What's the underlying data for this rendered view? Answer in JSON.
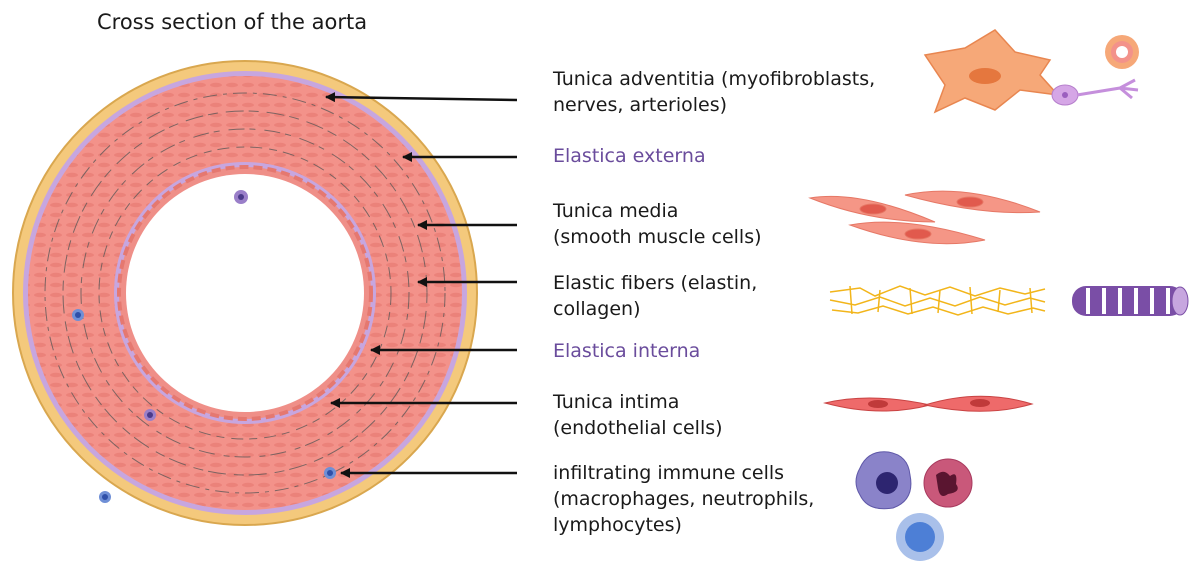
{
  "title": "Cross section of the aorta",
  "labels": {
    "adventitia": [
      "Tunica adventitia (myofibroblasts,",
      "nerves, arterioles)"
    ],
    "externa": [
      "Elastica externa"
    ],
    "media": [
      "Tunica media",
      "(smooth muscle cells)"
    ],
    "fibers": [
      "Elastic fibers (elastin,",
      "collagen)"
    ],
    "interna": [
      "Elastica interna"
    ],
    "intima": [
      "Tunica intima",
      "(endothelial cells)"
    ],
    "immune": [
      "infiltrating immune cells",
      "(macrophages, neutrophils,",
      "lymphocytes)"
    ]
  },
  "colors": {
    "adventitia": "#f4c97c",
    "elastica": "#b79ad3",
    "media": "#f3928a",
    "lumen": "#ffffff",
    "purple_text": "#6a4c9c",
    "arrow": "#111111"
  }
}
